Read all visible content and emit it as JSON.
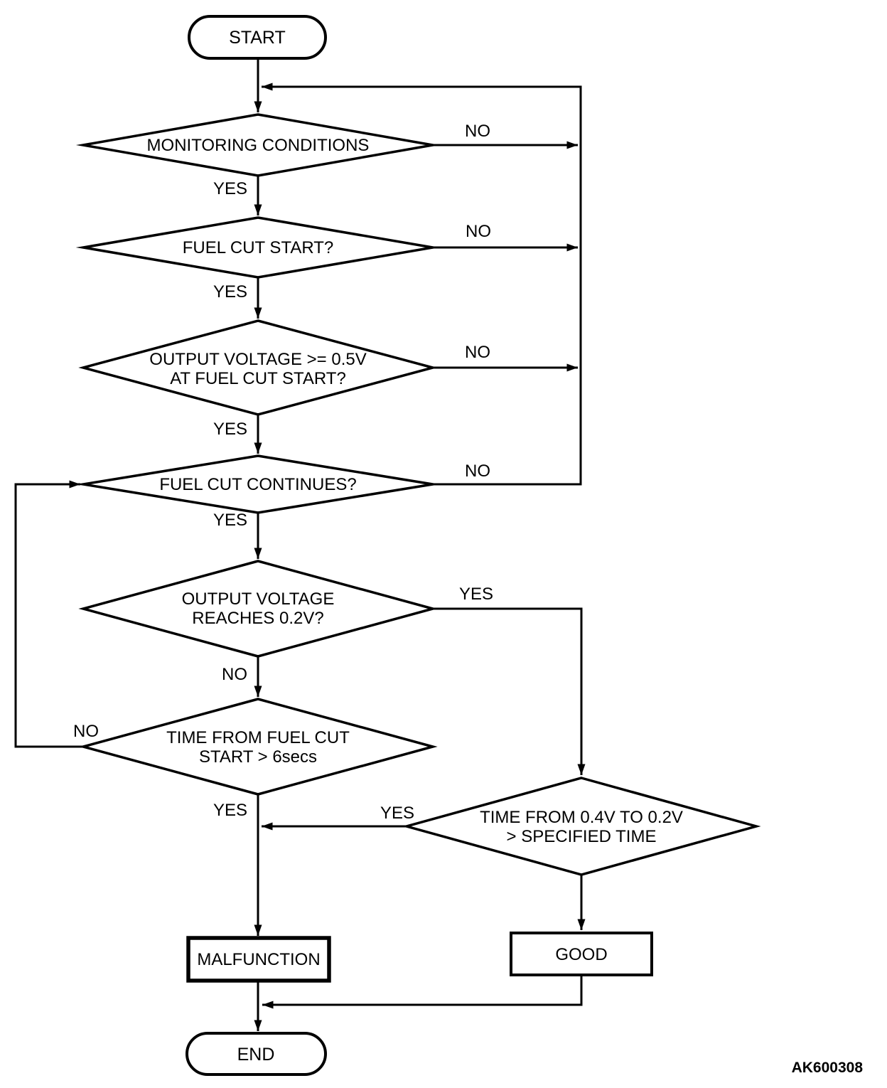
{
  "page": {
    "figure_code": "AK600308",
    "background_color": "#ffffff",
    "line_color": "#000000"
  },
  "flowchart": {
    "start": {
      "label": "START"
    },
    "end": {
      "label": "END"
    },
    "decisions": [
      {
        "id": "monitoring-conditions",
        "lines": [
          "MONITORING CONDITIONS"
        ],
        "branches": {
          "yes": "YES",
          "no": "NO"
        }
      },
      {
        "id": "fuel-cut-start",
        "lines": [
          "FUEL CUT START?"
        ],
        "branches": {
          "yes": "YES",
          "no": "NO"
        }
      },
      {
        "id": "output-voltage-at-fuel-cut-start",
        "lines": [
          "OUTPUT VOLTAGE >= 0.5V",
          "AT FUEL CUT START?"
        ],
        "branches": {
          "yes": "YES",
          "no": "NO"
        }
      },
      {
        "id": "fuel-cut-continues",
        "lines": [
          "FUEL CUT CONTINUES?"
        ],
        "branches": {
          "yes": "YES",
          "no": "NO"
        }
      },
      {
        "id": "output-voltage-reaches",
        "lines": [
          "OUTPUT VOLTAGE",
          "REACHES 0.2V?"
        ],
        "branches": {
          "yes": "YES",
          "no": "NO"
        }
      },
      {
        "id": "time-from-fuel-cut-start",
        "lines": [
          "TIME FROM FUEL CUT",
          "START > 6secs"
        ],
        "branches": {
          "yes": "YES",
          "no": "NO"
        }
      },
      {
        "id": "time-from-04v-to-02v",
        "lines": [
          "TIME FROM 0.4V TO 0.2V",
          "> SPECIFIED TIME"
        ],
        "branches": {
          "yes": "YES"
        }
      }
    ],
    "results": [
      {
        "id": "malfunction",
        "label": "MALFUNCTION"
      },
      {
        "id": "good",
        "label": "GOOD"
      }
    ]
  }
}
